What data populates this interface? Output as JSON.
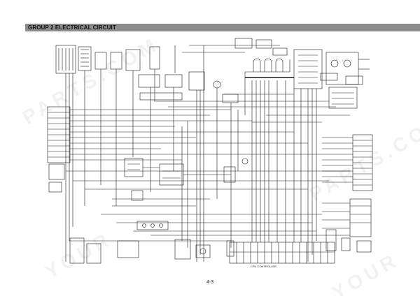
{
  "header": {
    "title": "GROUP 2  ELECTRICAL CIRCUIT"
  },
  "footer": {
    "page_number": "4-3"
  },
  "bottom_label": "CPU CONTROLLER",
  "watermark": [
    "YOUR",
    "PARTS.COM"
  ],
  "colors": {
    "header_bar": "#8c8c8c",
    "line": "#1a1a1a",
    "paper": "#ffffff"
  }
}
